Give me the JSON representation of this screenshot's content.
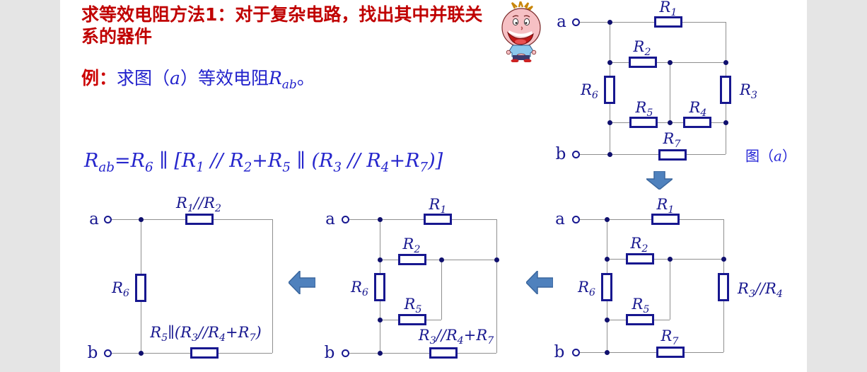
{
  "slide": {
    "heading": "求等效电阻方法1：对于复杂电路，找出其中并联关系的器件",
    "example": {
      "prefix": "例：",
      "body": "求图（*a*）等效电阻*R_{ab}*。"
    },
    "formula": "R_{ab}=R_{6} ∥ [R_{1} // R_{2}+R_{5} ∥ (R_{3} // R_{4}+R_{7})]"
  },
  "circuits": [
    {
      "name": "original-circuit-figure-a",
      "terminals": [
        "a",
        "b"
      ],
      "resistors": [
        "R_{1}",
        "R_{2}",
        "R_{3}",
        "R_{4}",
        "R_{5}",
        "R_{6}",
        "R_{7}"
      ],
      "caption": "图（*a*）"
    },
    {
      "name": "step-1-R3-parallel-R4-merged",
      "terminals": [
        "a",
        "b"
      ],
      "resistors": [
        "R_{1}",
        "R_{2}",
        "R_{6}",
        "R_{5}",
        "R_{3}//R_{4}",
        "R_{7}"
      ]
    },
    {
      "name": "step-2-series-with-R7-merged",
      "terminals": [
        "a",
        "b"
      ],
      "resistors": [
        "R_{1}",
        "R_{2}",
        "R_{6}",
        "R_{5}",
        "R_{3}//R_{4}+R_{7}"
      ]
    },
    {
      "name": "step-3-final-reduction",
      "terminals": [
        "a",
        "b"
      ],
      "resistors": [
        "R_{1}//R_{2}",
        "R_{6}",
        "R_{5}∥(R_{3}//R_{4}+R_{7})"
      ]
    }
  ],
  "icons": {
    "mascot": "cartoon-boy",
    "down_arrow": "block-arrow-down",
    "left_arrow": "block-arrow-left"
  },
  "colors": {
    "heading_red": "#c00000",
    "text_blue": "#2222cc",
    "circuit_navy": "#17178f",
    "wire_gray": "#8f8f8f",
    "arrow_blue": "#4f81bd",
    "gutter_gray": "#e5e5e5"
  }
}
